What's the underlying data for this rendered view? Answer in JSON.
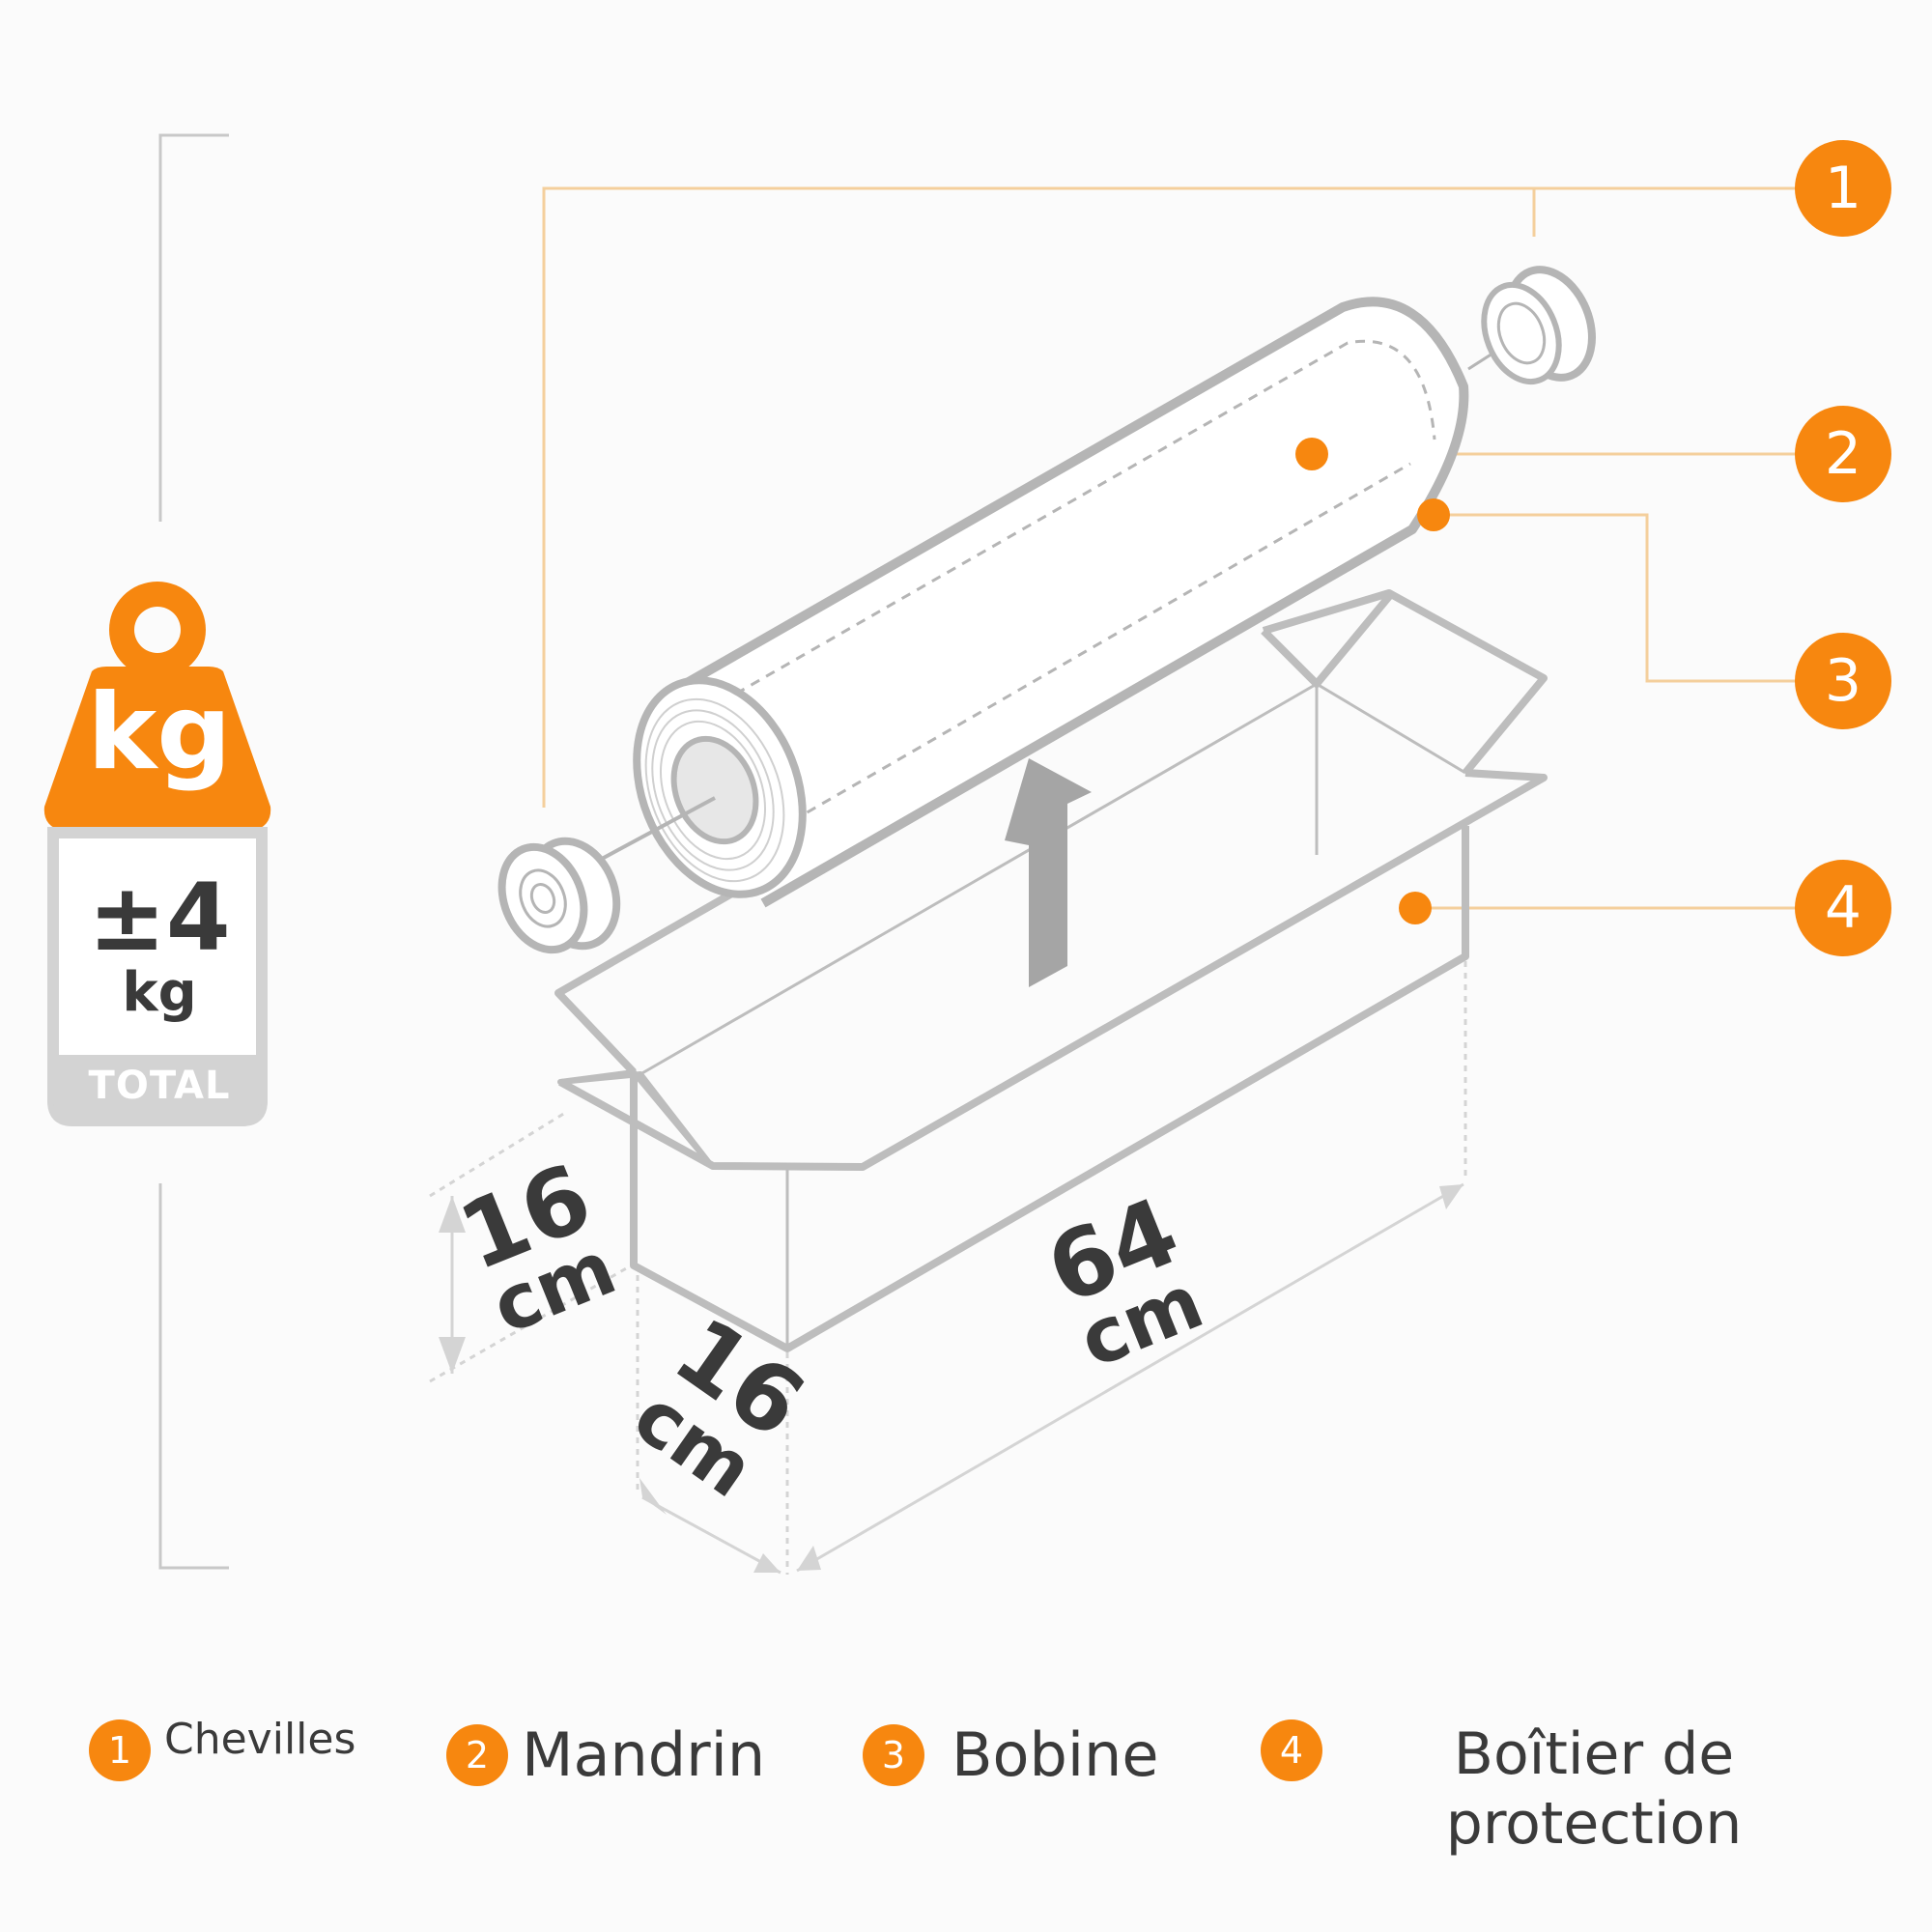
{
  "weight": {
    "unit_badge": "kg",
    "value": "±4",
    "unit": "kg",
    "total_label": "TOTAL"
  },
  "dimensions": {
    "height": {
      "value": "16",
      "unit": "cm"
    },
    "width": {
      "value": "16",
      "unit": "cm"
    },
    "length": {
      "value": "64",
      "unit": "cm"
    }
  },
  "callouts": [
    "1",
    "2",
    "3",
    "4"
  ],
  "legend": [
    {
      "num": "1",
      "label": "Chevilles"
    },
    {
      "num": "2",
      "label": "Mandrin"
    },
    {
      "num": "3",
      "label": "Bobine"
    },
    {
      "num": "4",
      "label": "Boîtier de protection"
    }
  ],
  "colors": {
    "accent": "#f7870f",
    "line": "#b8b8b8",
    "text": "#3a3a3a",
    "leader": "#f4cf9c"
  }
}
